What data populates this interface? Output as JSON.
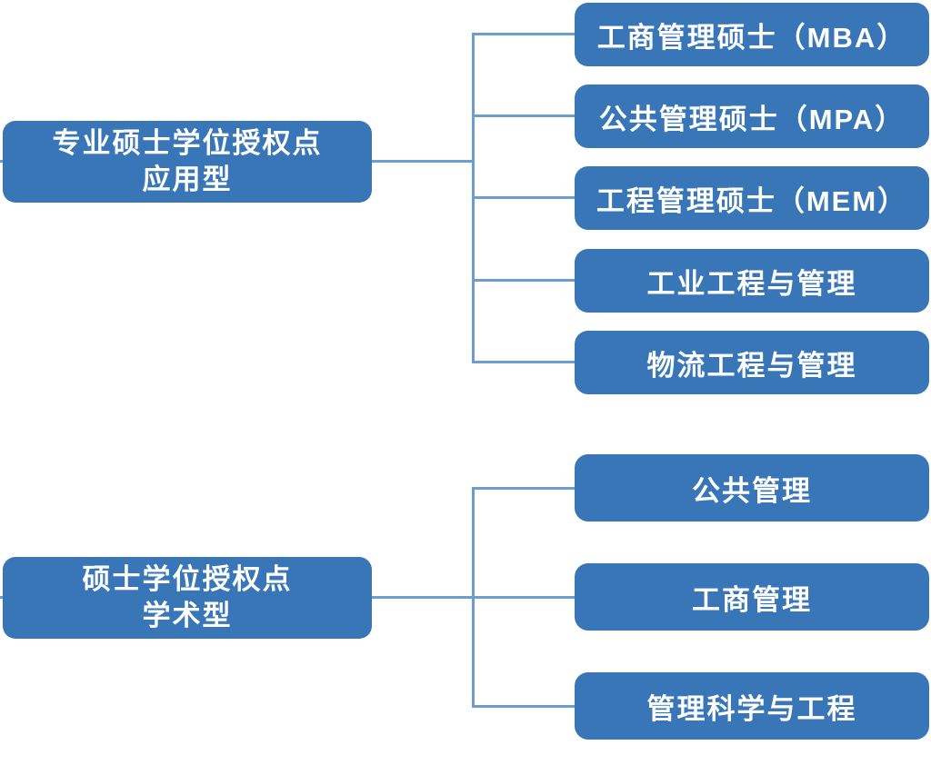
{
  "diagram": {
    "type": "hierarchy-tree",
    "colors": {
      "node_fill": "#3876B7",
      "node_text": "#FFFFFF",
      "connector": "#6D9DCE",
      "background": "#FFFFFF"
    },
    "groups": [
      {
        "parent": {
          "line1": "专业硕士学位授权点",
          "line2": "应用型"
        },
        "children": [
          "工商管理硕士（MBA）",
          "公共管理硕士（MPA）",
          "工程管理硕士（MEM）",
          "工业工程与管理",
          "物流工程与管理"
        ]
      },
      {
        "parent": {
          "line1": "硕士学位授权点",
          "line2": "学术型"
        },
        "children": [
          "公共管理",
          "工商管理",
          "管理科学与工程"
        ]
      }
    ]
  }
}
